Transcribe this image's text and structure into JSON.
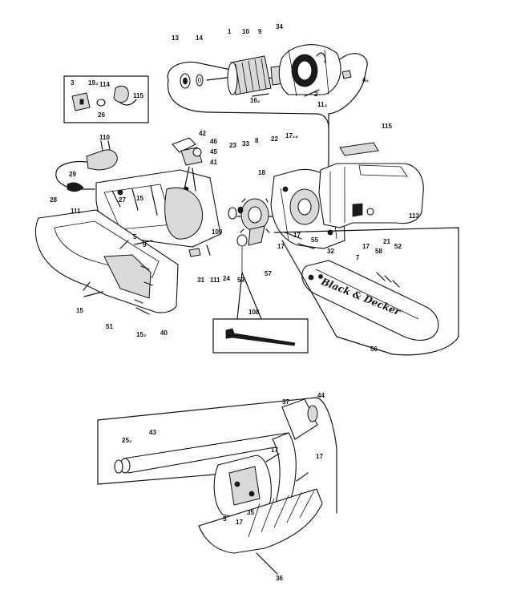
{
  "brand_text": "Black & Decker",
  "callouts": {
    "c1": "1",
    "c2": "2",
    "c3": "3",
    "c5": "5",
    "c7": "7",
    "c8": "8",
    "c9": "9",
    "c9b": "9",
    "c10": "10",
    "c13": "13",
    "c14": "14",
    "c15a": "15",
    "c15b": "15",
    "c15_2": "15₂",
    "c16_2": "16₂",
    "c11_2": "11₂",
    "c4_2": "4₂",
    "c17_16": "17₁₆",
    "c17a": "17",
    "c17b": "17",
    "c17c": "17",
    "c17d": "17",
    "c17e": "17",
    "c18": "18",
    "c19_2": "19₂",
    "c21": "21",
    "c22": "22",
    "c23": "23",
    "c24": "24",
    "c25_2": "25₂",
    "c26": "26",
    "c27": "27",
    "c28": "28",
    "c29": "29",
    "c31": "31",
    "c32": "32",
    "c33": "33",
    "c34": "34",
    "c35": "35",
    "c36": "36",
    "c37": "37",
    "c40": "40",
    "c41": "41",
    "c42": "42",
    "c43": "43",
    "c44": "44",
    "c45": "45",
    "c46": "46",
    "c51": "51",
    "c52": "52",
    "c55": "55",
    "c56": "56",
    "c57": "57",
    "c58": "58",
    "c59": "59",
    "c108": "108",
    "c109": "109",
    "c110": "110",
    "c111a": "111",
    "c111b": "111",
    "c113": "113",
    "c114": "114",
    "c115a": "115",
    "c115b": "115"
  }
}
